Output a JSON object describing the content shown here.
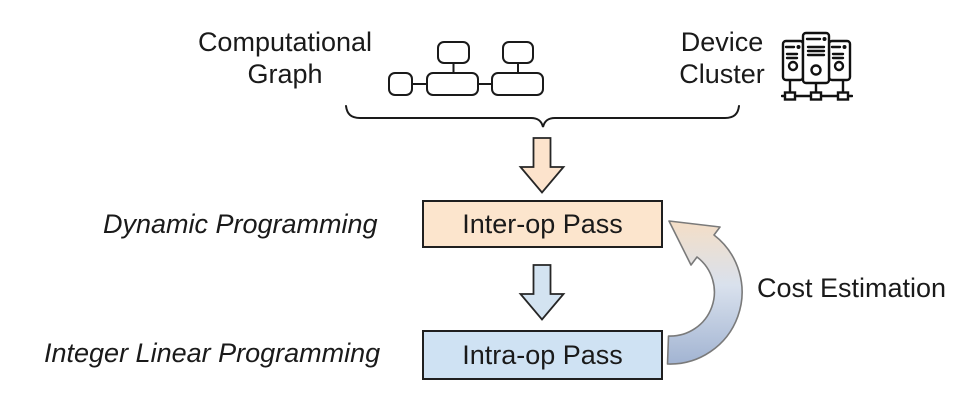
{
  "figure": {
    "background": "#ffffff",
    "inputs": {
      "computational_graph_label": "Computational\nGraph",
      "device_cluster_label": "Device\nCluster"
    },
    "passes": {
      "inter_op": {
        "label": "Inter-op Pass",
        "method_label": "Dynamic Programming",
        "fill": "#fce5cd",
        "border": "#1f1f1f"
      },
      "intra_op": {
        "label": "Intra-op Pass",
        "method_label": "Integer Linear Programming",
        "fill": "#cfe2f3",
        "border": "#1f1f1f"
      }
    },
    "feedback": {
      "label": "Cost Estimation",
      "gradient_top": "#f4dec6",
      "gradient_mid": "#d9e1ed",
      "gradient_bottom": "#a2b4d2",
      "outline": "#7a7a7a"
    },
    "arrows": {
      "inputs_to_inter_op": {
        "fill": "#fce3cc",
        "outline": "#262626"
      },
      "inter_op_to_intra_op": {
        "fill": "#d3e3f1",
        "outline": "#262626"
      }
    },
    "icons": {
      "computational_graph_icon": "mini-dataflow-graph",
      "device_cluster_icon": "server-rack-cluster"
    },
    "line_color": "#1a1a1a"
  }
}
